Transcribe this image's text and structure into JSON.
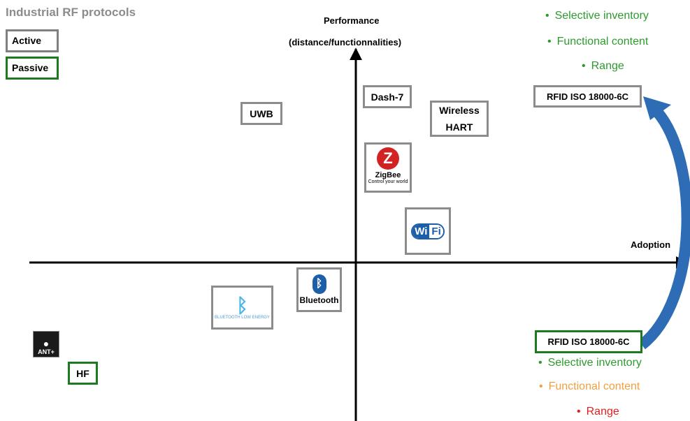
{
  "title": "Industrial RF protocols",
  "colors": {
    "title": "#8c8c8c",
    "active": "#808080",
    "passive": "#1e7a1e",
    "green_text": "#2e9a2e",
    "orange_text": "#f0a040",
    "red_text": "#e02020",
    "arrow": "#2e6db5"
  },
  "legend": {
    "active": "Active",
    "passive": "Passive"
  },
  "axes": {
    "y_label_line1": "Performance",
    "y_label_line2": "(distance/functionnalities)",
    "x_label": "Adoption"
  },
  "nodes": {
    "uwb": "UWB",
    "dash7": "Dash-7",
    "wireless_hart_line1": "Wireless",
    "wireless_hart_line2": "HART",
    "zigbee": "ZigBee",
    "zigbee_tag": "Control your world",
    "wifi_wi": "Wi",
    "wifi_fi": "Fi",
    "bluetooth": "Bluetooth",
    "ble": "BLUETOOTH LOW ENERGY",
    "ant": "ANT+",
    "hf": "HF",
    "rfid_active": "RFID ISO 18000-6C",
    "rfid_passive": "RFID ISO 18000-6C"
  },
  "top_bullets": [
    "Selective inventory",
    "Functional content",
    "Range"
  ],
  "bottom_bullets": [
    "Selective inventory",
    "Functional content",
    "Range"
  ],
  "bullet_symbol": "•"
}
